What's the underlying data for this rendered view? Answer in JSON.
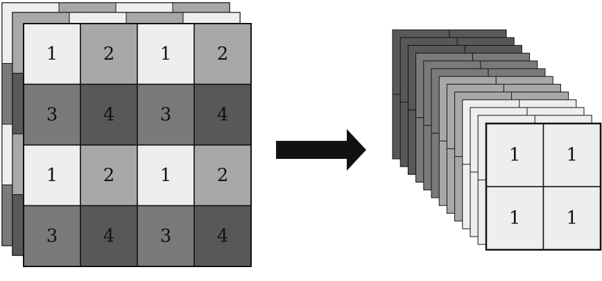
{
  "colors": {
    "c1": "#eeeeee",
    "c2": "#a8a8a8",
    "c3": "#7a7a7a",
    "c4": "#585858",
    "stroke": "#111111",
    "arrow": "#111111",
    "background": "#ffffff"
  },
  "input_grid": {
    "rows": [
      [
        "1",
        "2",
        "1",
        "2"
      ],
      [
        "3",
        "4",
        "3",
        "4"
      ],
      [
        "1",
        "2",
        "1",
        "2"
      ],
      [
        "3",
        "4",
        "3",
        "4"
      ]
    ]
  },
  "arrow": {
    "icon": "right-arrow-icon"
  },
  "output_grid": {
    "rows": [
      [
        "1",
        "1"
      ],
      [
        "1",
        "1"
      ]
    ]
  }
}
